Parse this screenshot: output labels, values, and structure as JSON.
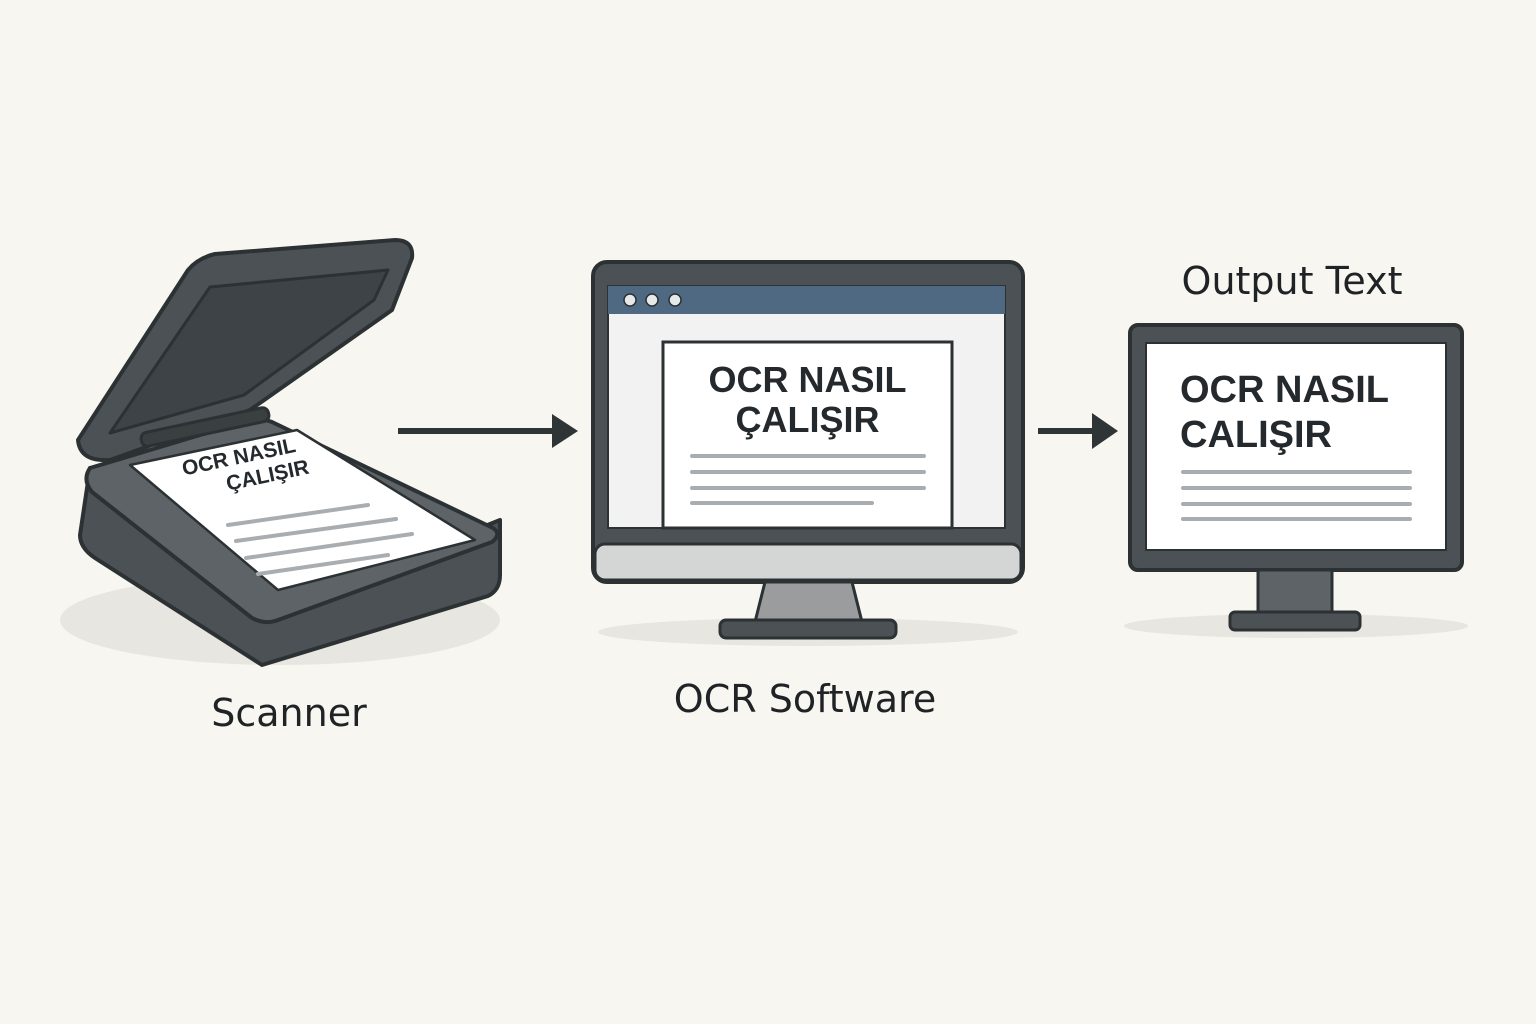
{
  "stages": {
    "scanner": {
      "label": "Scanner"
    },
    "software": {
      "label": "OCR Software"
    },
    "output": {
      "label": "Output Text"
    }
  },
  "document": {
    "title_line1": "OCR NASIL",
    "title_line2": "ÇALIŞIR",
    "output_line2": "CALIŞIR"
  },
  "window_dots": 3,
  "colors": {
    "background": "#f7f6f1",
    "device_body": "#4b5154",
    "device_outline": "#2c3134",
    "titlebar": "#4f6982",
    "paper": "#ffffff",
    "text_lines": "#a9adb0"
  }
}
